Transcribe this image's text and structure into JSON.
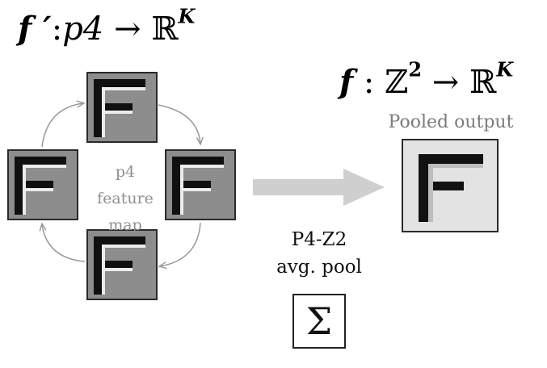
{
  "equations": {
    "left": {
      "func": "f",
      "prime": " ′",
      "colon": ":",
      "domain": "p4",
      "arrow": " → ",
      "codomain": "ℝ",
      "exp": "K"
    },
    "right": {
      "func": "f",
      "colon": " : ",
      "domain": "ℤ",
      "domain_exp": "2",
      "arrow": " → ",
      "codomain": "ℝ",
      "exp": "K"
    }
  },
  "labels": {
    "p4_line1": "p4",
    "p4_line2": "feature",
    "p4_line3": "map",
    "pooled_output": "Pooled output",
    "pool_line1": "P4-Z2",
    "pool_line2": "avg. pool",
    "sigma": "Σ"
  },
  "colors": {
    "tile_background": "#8d8d8d",
    "tile_border": "#2a2a2a",
    "glyph_dark": "#101010",
    "glyph_highlight": "#f2f2f2",
    "pooled_background": "#e3e3e3",
    "arrow_fill": "#cfcfcf",
    "cycle_arrow": "#999999"
  }
}
